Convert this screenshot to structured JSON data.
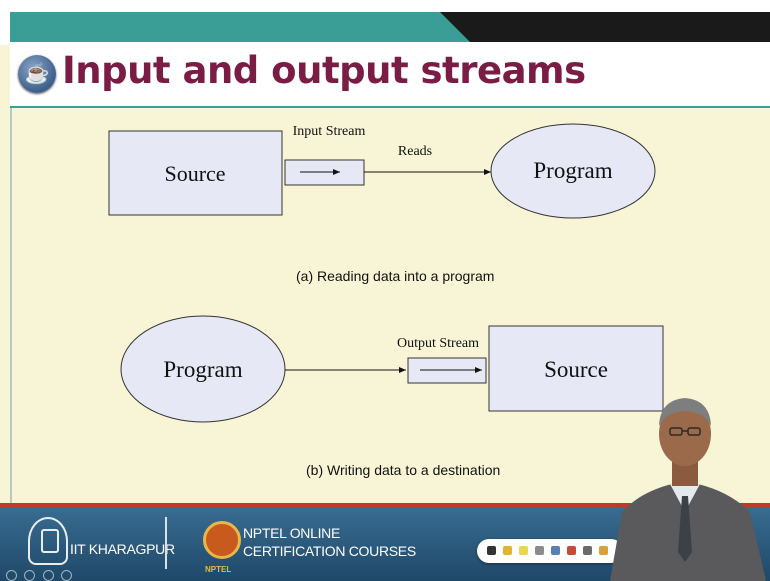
{
  "slide": {
    "title": "Input and output streams",
    "logo_icon": "java-logo-icon"
  },
  "diagram": {
    "top": {
      "source_label": "Source",
      "stream_label": "Input Stream",
      "action_label": "Reads",
      "program_label": "Program",
      "caption": "(a) Reading data into a program"
    },
    "bottom": {
      "program_label": "Program",
      "stream_label": "Output Stream",
      "source_label": "Source",
      "caption": "(b) Writing data to a destination"
    }
  },
  "footer": {
    "institute": "IIT KHARAGPUR",
    "nptel_line1": "NPTEL ONLINE",
    "nptel_line2": "CERTIFICATION COURSES",
    "nptel_small": "NPTEL"
  },
  "colors": {
    "title": "#7b1c44",
    "slide_background": "#f8f5d6",
    "box_fill": "#e6e8f6",
    "accent_teal": "#3a9e96",
    "footer_blue": "#2b5b80"
  }
}
